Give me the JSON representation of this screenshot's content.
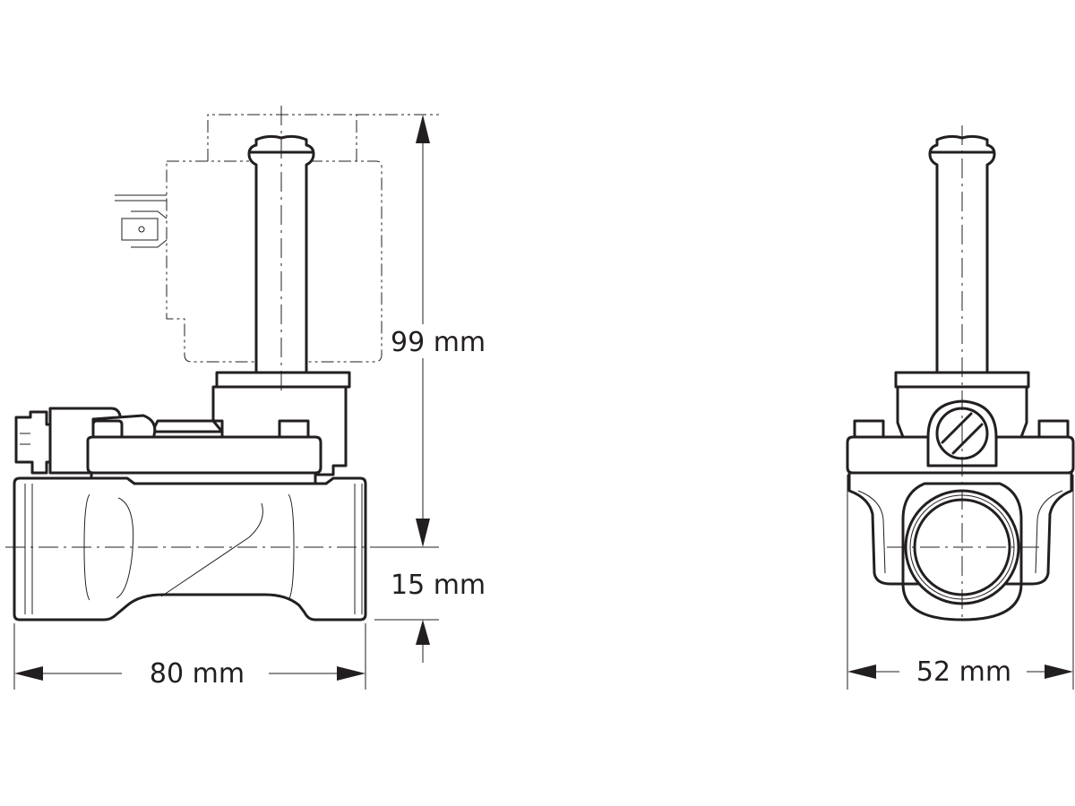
{
  "dimensions": {
    "height_upper": "99 mm",
    "height_lower": "15 mm",
    "length_side": "80 mm",
    "width_front": "52 mm"
  },
  "colors": {
    "line": "#231f20",
    "background": "#ffffff"
  }
}
